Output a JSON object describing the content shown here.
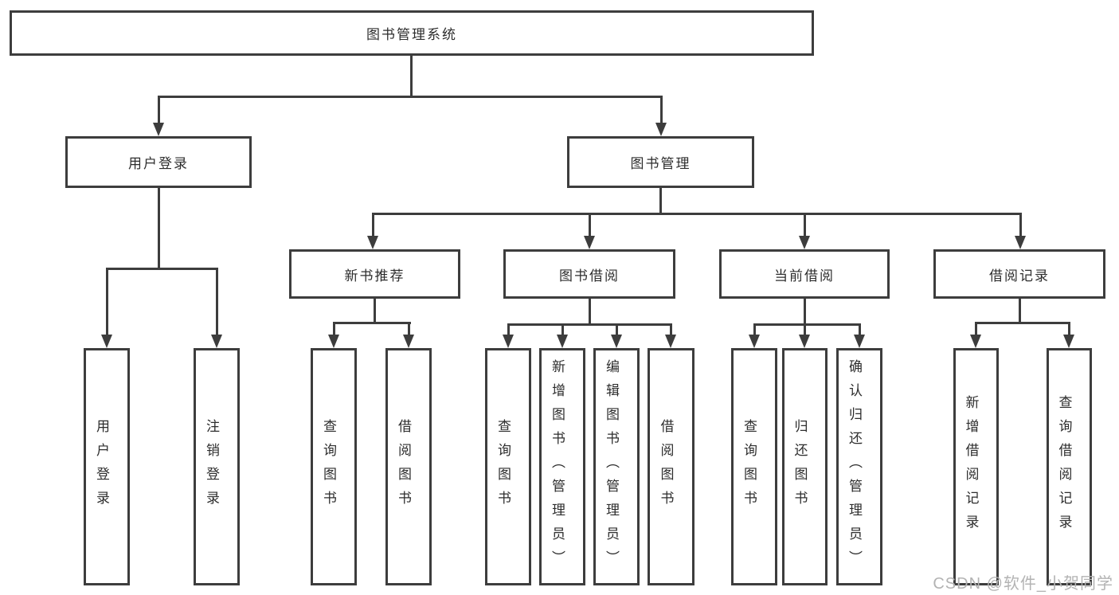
{
  "diagram": {
    "type": "hierarchy-tree",
    "colors": {
      "line": "#3d3d3d",
      "box_border": "#3d3d3d",
      "text": "#2d2d2d",
      "watermark": "#b3b3b3",
      "background": "#ffffff"
    },
    "tree": {
      "label": "图书管理系统",
      "children": [
        {
          "label": "用户登录",
          "children": [
            {
              "label": "用户登录"
            },
            {
              "label": "注销登录"
            }
          ]
        },
        {
          "label": "图书管理",
          "children": [
            {
              "label": "新书推荐",
              "children": [
                {
                  "label": "查询图书"
                },
                {
                  "label": "借阅图书"
                }
              ]
            },
            {
              "label": "图书借阅",
              "children": [
                {
                  "label": "查询图书"
                },
                {
                  "label": "新增图书（管理员）"
                },
                {
                  "label": "编辑图书（管理员）"
                },
                {
                  "label": "借阅图书"
                }
              ]
            },
            {
              "label": "当前借阅",
              "children": [
                {
                  "label": "查询图书"
                },
                {
                  "label": "归还图书"
                },
                {
                  "label": "确认归还（管理员）"
                }
              ]
            },
            {
              "label": "借阅记录",
              "children": [
                {
                  "label": "新增借阅记录"
                },
                {
                  "label": "查询借阅记录"
                }
              ]
            }
          ]
        }
      ]
    },
    "watermark": {
      "text": "CSDN @软件_小贺同学"
    }
  }
}
